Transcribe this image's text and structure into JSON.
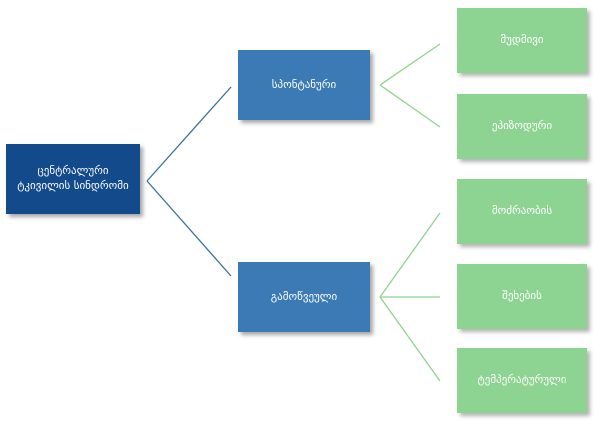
{
  "diagram": {
    "root": {
      "label": "ცენტრალური ტკივილის სინდრომი"
    },
    "branches": [
      {
        "label": "სპონტანური",
        "children": [
          {
            "label": "მუდმივი"
          },
          {
            "label": "ეპიზოდური"
          }
        ]
      },
      {
        "label": "გამოწვეული",
        "children": [
          {
            "label": "მოძრაობის"
          },
          {
            "label": "შეხების"
          },
          {
            "label": "ტემპერატურული"
          }
        ]
      }
    ],
    "colors": {
      "root": "#124a8c",
      "branch": "#3b7ab5",
      "leaf": "#8dd493",
      "root_connector": "#3b6f9e",
      "leaf_connector": "#8fd48f"
    }
  }
}
